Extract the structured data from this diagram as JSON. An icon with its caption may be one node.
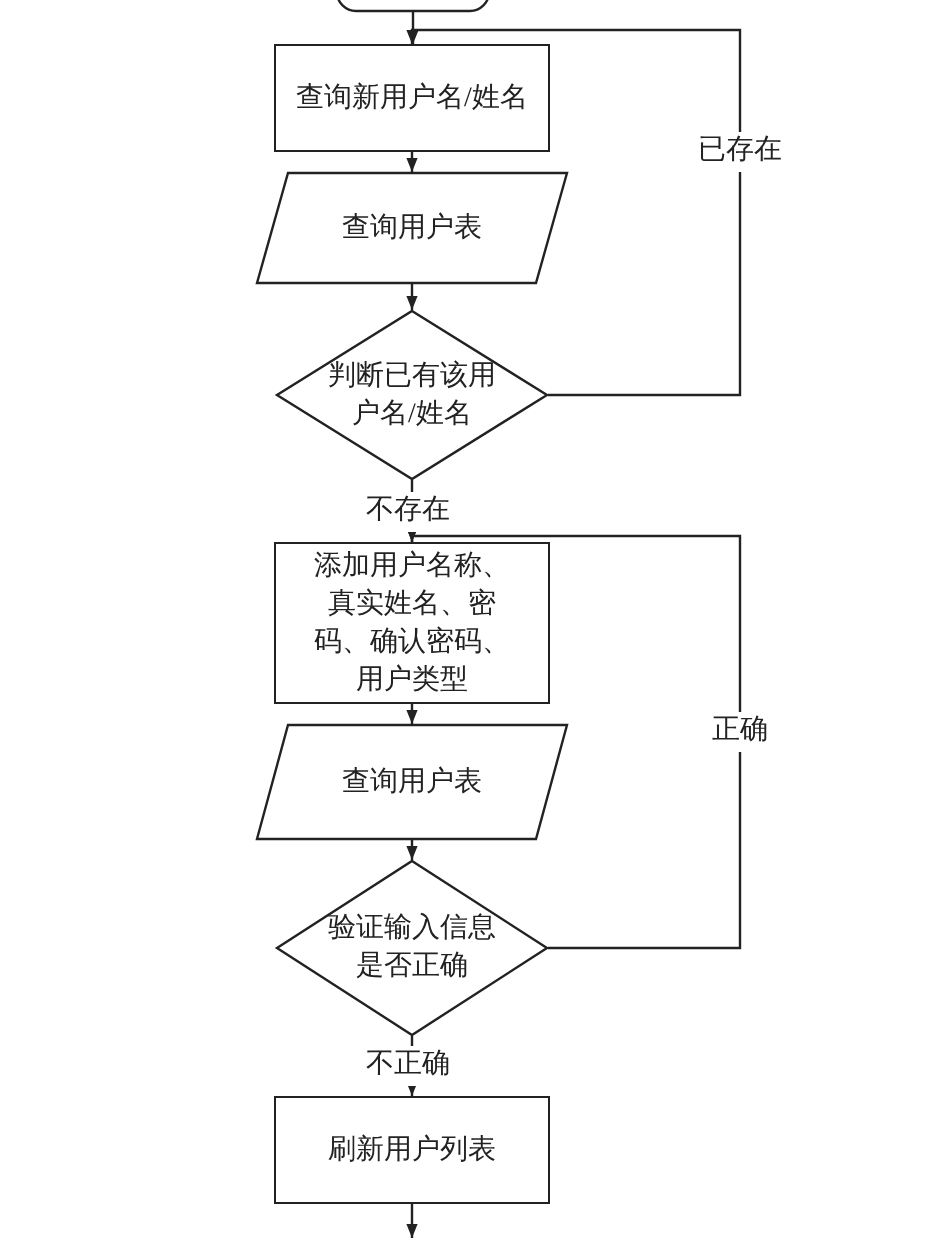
{
  "diagram": {
    "nodes": [
      {
        "text": [],
        "shape": "box"
      },
      {
        "text": [
          "查询新用户名/姓名"
        ]
      },
      {
        "text": [
          "查询用户表"
        ]
      },
      {
        "text": [
          "判断已有该用户名/姓名"
        ]
      },
      {
        "text": [
          "添加用户名称、真实姓名、密码、确认密码、用户类型"
        ]
      },
      {
        "text": [
          "查询用户表"
        ]
      },
      {
        "text": [
          "验证输入信息是否正确"
        ]
      },
      {
        "text": [
          "刷新用户列表"
        ]
      }
    ],
    "edges": [
      {
        "from": 0,
        "to": 1,
        "arrow": "to"
      },
      {
        "from": 1,
        "to": 2,
        "arrow": "to"
      },
      {
        "from": 2,
        "to": 3,
        "arrow": "to"
      },
      {
        "from": 3,
        "to": 1,
        "label": "已存在",
        "arrow": "to"
      },
      {
        "from": 3,
        "to": 4,
        "label": "不存在",
        "arrow": "to"
      },
      {
        "from": 4,
        "to": 5,
        "arrow": "to"
      },
      {
        "from": 5,
        "to": 6,
        "arrow": "to"
      },
      {
        "from": 6,
        "to": 4,
        "label": "正确",
        "arrow": "to"
      },
      {
        "from": 6,
        "to": 7,
        "label": "不正确",
        "arrow": "to"
      },
      {
        "from": 7,
        "to": null,
        "arrow": "to"
      }
    ]
  }
}
